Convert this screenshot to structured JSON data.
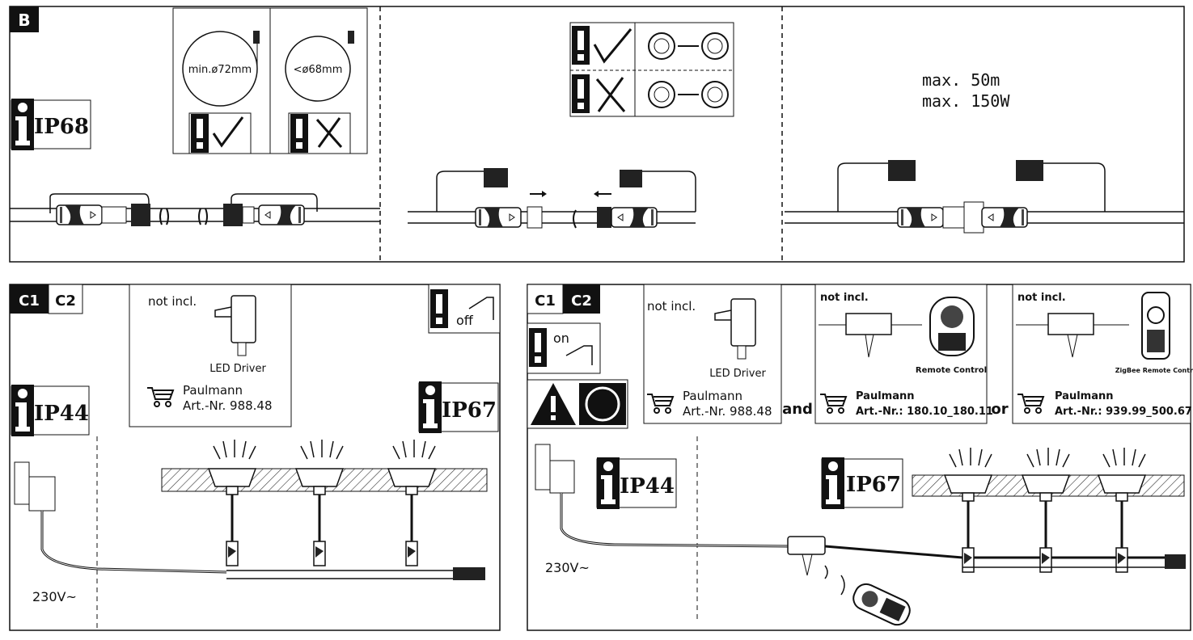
{
  "section_b": {
    "label": "B",
    "ip_rating": "IP68",
    "bend_ok": "min.ø72mm",
    "bend_bad": "<ø68mm",
    "limits": [
      "max. 50m",
      "max. 150W"
    ]
  },
  "section_c_left": {
    "tab1": "C1",
    "tab2": "C2",
    "not_incl": "not incl.",
    "driver_label": "LED Driver",
    "brand": "Paulmann",
    "art_nr": "Art.-Nr. 988.48",
    "ip_left": "IP44",
    "ip_right": "IP67",
    "switch_state": "off",
    "voltage": "230V~"
  },
  "section_c_right": {
    "tab1": "C1",
    "tab2": "C2",
    "switch_state": "on",
    "driver": {
      "not_incl": "not incl.",
      "label": "LED Driver",
      "brand": "Paulmann",
      "art_nr": "Art.-Nr. 988.48"
    },
    "and": "and",
    "or": "or",
    "remote": {
      "not_incl": "not incl.",
      "label": "Remote Control",
      "brand": "Paulmann",
      "art_nr": "Art.-Nr.: 180.10_180.11"
    },
    "zigbee": {
      "not_incl": "not incl.",
      "label": "ZigBee Remote Control",
      "brand": "Paulmann",
      "art_nr": "Art.-Nr.: 939.99_500.67"
    },
    "ip_left": "IP44",
    "ip_right": "IP67",
    "voltage": "230V~"
  },
  "colors": {
    "line": "#111111",
    "background": "#ffffff",
    "hatch": "#333333"
  },
  "icons": [
    "info-icon",
    "warning-icon",
    "check-icon",
    "cross-icon",
    "cart-icon",
    "dimmer-icon",
    "switch-icon"
  ]
}
